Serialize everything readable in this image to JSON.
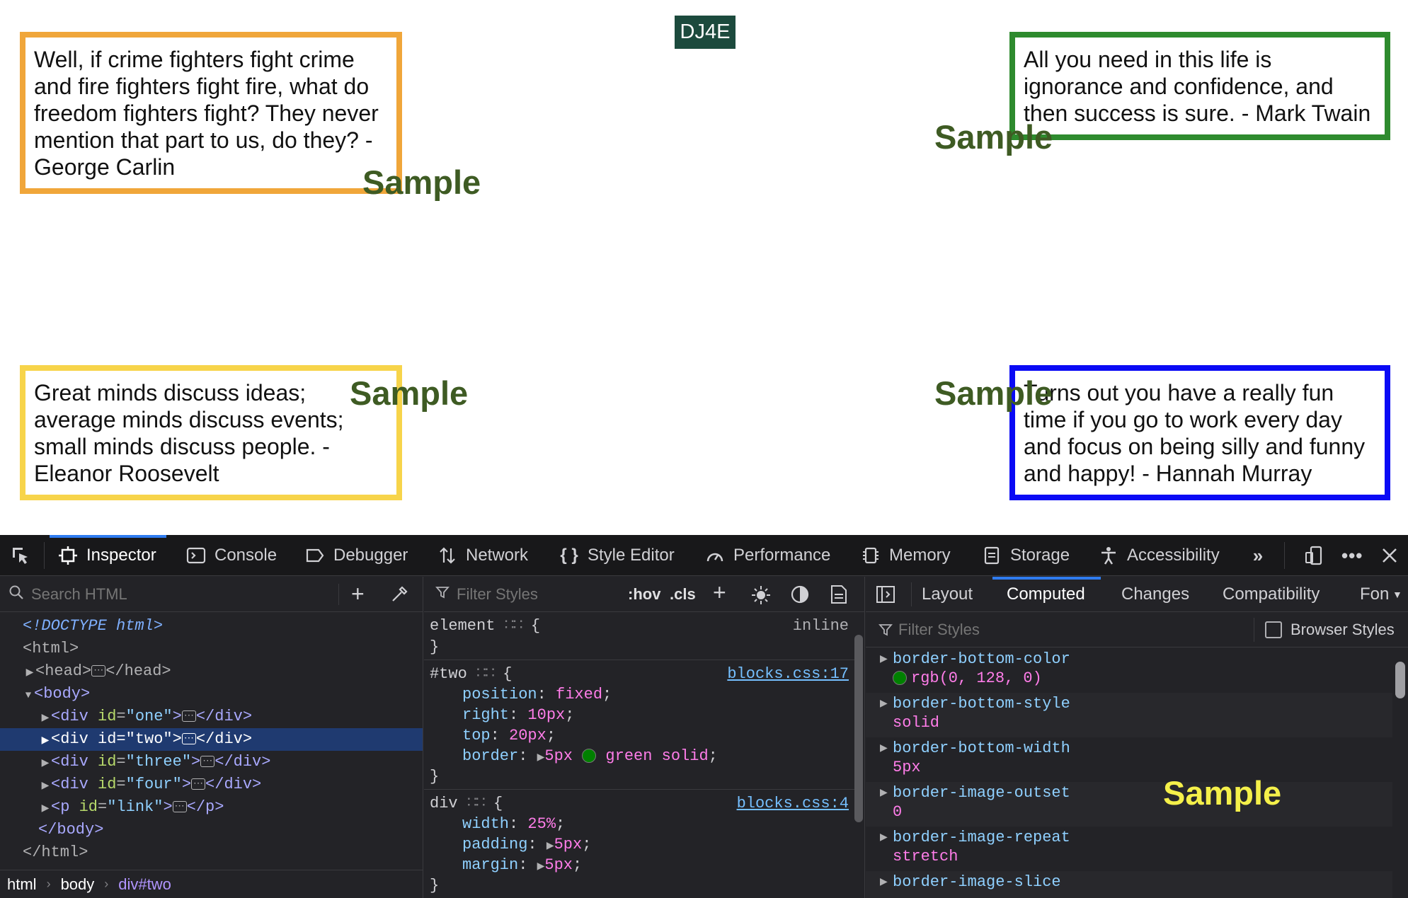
{
  "page": {
    "brand": "DJ4E",
    "watermark": "Sample",
    "quotes": {
      "one": "Well, if crime fighters fight crime and fire fighters fight fire, what do freedom fighters fight? They never mention that part to us, do they? - George Carlin",
      "two": "All you need in this life is ignorance and confidence, and then success is sure. - Mark Twain",
      "three": "Great minds discuss ideas; average minds discuss events; small minds discuss people. - Eleanor Roosevelt",
      "four": "Turns out you have a really fun time if you go to work every day and focus on being silly and funny and happy! - Hannah Murray"
    },
    "colors": {
      "one": "#f0a63a",
      "two": "#2e8b2e",
      "three": "#f7d44a",
      "four": "#0a0af5"
    }
  },
  "devtools": {
    "tabs": [
      "Inspector",
      "Console",
      "Debugger",
      "Network",
      "Style Editor",
      "Performance",
      "Memory",
      "Storage",
      "Accessibility"
    ],
    "tab_icons": [
      "inspector-icon",
      "console-icon",
      "debugger-icon",
      "network-icon",
      "style-editor-icon",
      "performance-icon",
      "memory-icon",
      "storage-icon",
      "accessibility-icon"
    ],
    "active_tab": "Inspector",
    "html_pane": {
      "search_placeholder": "Search HTML",
      "tree": {
        "doctype": "<!DOCTYPE html>",
        "html_open": "<html>",
        "head": "<head>",
        "head_close": "</head>",
        "body_open": "<body>",
        "div_tag": "div",
        "div_close": "</div>",
        "id_attr": "id",
        "ids": [
          "\"one\"",
          "\"two\"",
          "\"three\"",
          "\"four\""
        ],
        "p_tag": "p",
        "p_id": "\"link\"",
        "p_close": "</p>",
        "body_close": "</body>",
        "html_close": "</html>"
      },
      "breadcrumbs": [
        "html",
        "body",
        "div#two"
      ]
    },
    "rules_pane": {
      "filter_placeholder": "Filter Styles",
      "hov": ":hov",
      "cls": ".cls",
      "element_selector": "element",
      "element_source": "inline",
      "two_selector": "#two",
      "two_source": "blocks.css:17",
      "two_props": [
        {
          "name": "position",
          "value": "fixed"
        },
        {
          "name": "right",
          "value": "10px"
        },
        {
          "name": "top",
          "value": "20px"
        },
        {
          "name": "border",
          "value": "5px",
          "extra": "green solid"
        }
      ],
      "div_selector": "div",
      "div_source": "blocks.css:4",
      "div_props": [
        {
          "name": "width",
          "value": "25%"
        },
        {
          "name": "padding",
          "value": "5px"
        },
        {
          "name": "margin",
          "value": "5px"
        }
      ],
      "swatch_color": "#008000"
    },
    "computed_pane": {
      "tabs": [
        "Layout",
        "Computed",
        "Changes",
        "Compatibility",
        "Fon"
      ],
      "active_tab": "Computed",
      "filter_placeholder": "Filter Styles",
      "browser_styles": "Browser Styles",
      "rows": [
        {
          "name": "border-bottom-color",
          "value": "rgb(0, 128, 0)"
        },
        {
          "name": "border-bottom-style",
          "value": "solid"
        },
        {
          "name": "border-bottom-width",
          "value": "5px"
        },
        {
          "name": "border-image-outset",
          "value": "0"
        },
        {
          "name": "border-image-repeat",
          "value": "stretch"
        },
        {
          "name": "border-image-slice",
          "value": ""
        }
      ]
    }
  }
}
